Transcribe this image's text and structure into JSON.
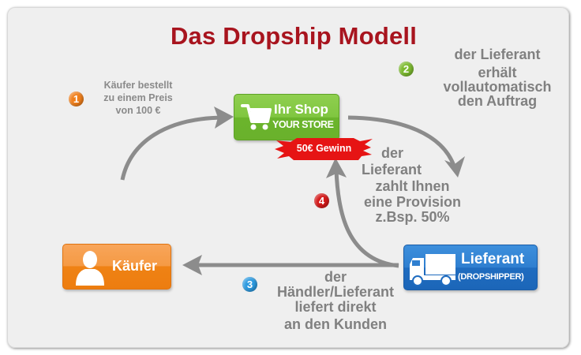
{
  "title": "Das Dropship Modell",
  "colors": {
    "title": "#a8141e",
    "text_gray": "#808080",
    "shop_green": "#7cc23c",
    "buyer_orange": "#f08a1e",
    "supplier_blue": "#2a78c8",
    "profit_red": "#e81818",
    "arrow_gray": "#8c8c8c"
  },
  "nodes": {
    "shop": {
      "label": "Ihr Shop",
      "sublabel": "YOUR STORE",
      "icon": "shopping-cart-icon"
    },
    "buyer": {
      "label": "Käufer",
      "icon": "person-icon"
    },
    "supplier": {
      "label": "Lieferant",
      "sublabel": "(DROPSHIPPER)",
      "icon": "truck-icon"
    }
  },
  "profit_badge": {
    "label": "50€ Gewinn"
  },
  "steps": [
    {
      "number": "1",
      "lines": [
        "Käufer bestellt",
        "zu einem Preis",
        "von 100 €"
      ]
    },
    {
      "number": "2",
      "lines": [
        "der Lieferant",
        "erhält",
        "vollautomatisch",
        "den Auftrag"
      ]
    },
    {
      "number": "3",
      "lines": [
        "der",
        "Händler/Lieferant",
        "liefert direkt",
        "an den Kunden"
      ]
    },
    {
      "number": "4",
      "lines": [
        "der",
        "Lieferant",
        "zahlt Ihnen",
        "eine Provision",
        "z.Bsp. 50%"
      ]
    }
  ]
}
